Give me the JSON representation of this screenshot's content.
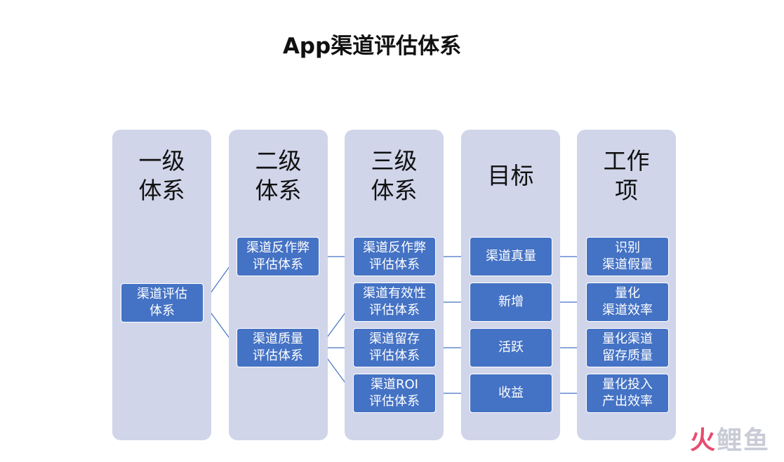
{
  "title": "App渠道评估体系",
  "columns": [
    {
      "header": "一级\n体系"
    },
    {
      "header": "二级\n体系"
    },
    {
      "header": "三级\n体系"
    },
    {
      "header": "目标"
    },
    {
      "header": "工作\n项"
    }
  ],
  "nodes": {
    "level1": [
      "渠道评估\n体系"
    ],
    "level2": [
      "渠道反作弊\n评估体系",
      "渠道质量\n评估体系"
    ],
    "level3": [
      "渠道反作弊\n评估体系",
      "渠道有效性\n评估体系",
      "渠道留存\n评估体系",
      "渠道ROI\n评估体系"
    ],
    "goals": [
      "渠道真量",
      "新增",
      "活跃",
      "收益"
    ],
    "tasks": [
      "识别\n渠道假量",
      "量化\n渠道效率",
      "量化渠道\n留存质量",
      "量化投入\n产出效率"
    ]
  },
  "watermark": {
    "part1": "火",
    "part2": "鲤鱼"
  },
  "colors": {
    "column_bg": "#d0d5e9",
    "node_bg": "#4472c4",
    "line": "#4472c4"
  }
}
